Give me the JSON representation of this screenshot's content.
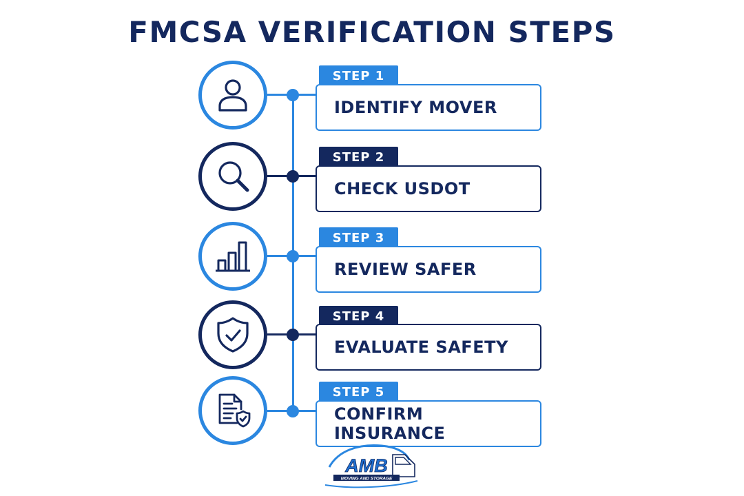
{
  "title": "FMCSA VERIFICATION STEPS",
  "steps": [
    {
      "badge": "STEP 1",
      "label": "IDENTIFY MOVER",
      "icon": "person-icon",
      "theme": "light"
    },
    {
      "badge": "STEP 2",
      "label": "CHECK USDOT",
      "icon": "magnifier-icon",
      "theme": "dark"
    },
    {
      "badge": "STEP 3",
      "label": "REVIEW SAFER",
      "icon": "bar-chart-icon",
      "theme": "light"
    },
    {
      "badge": "STEP 4",
      "label": "EVALUATE SAFETY",
      "icon": "shield-check-icon",
      "theme": "dark"
    },
    {
      "badge": "STEP 5",
      "label": "CONFIRM INSURANCE",
      "icon": "document-shield-icon",
      "theme": "light"
    }
  ],
  "logo": {
    "name": "AMB",
    "tagline": "MOVING AND STORAGE"
  },
  "colors": {
    "primary": "#2b87e0",
    "dark": "#14285e"
  }
}
